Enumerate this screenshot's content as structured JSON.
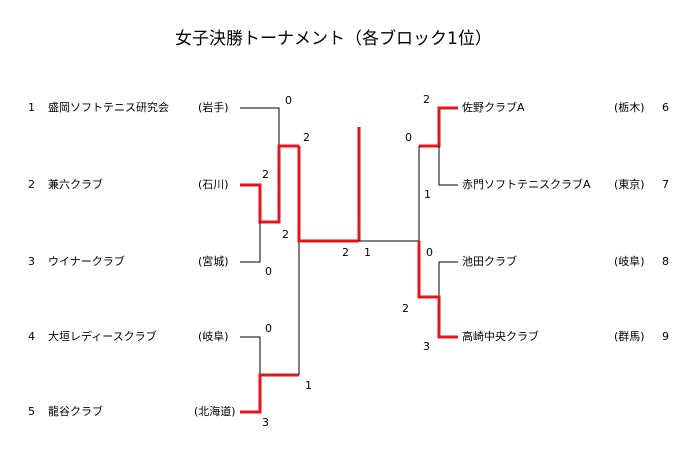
{
  "title": "女子決勝トーナメント（各ブロック1位）",
  "left_teams": [
    {
      "seed": "1",
      "name": "盛岡ソフトテニス研究会",
      "pref": "(岩手)"
    },
    {
      "seed": "2",
      "name": "兼六クラブ",
      "pref": "(石川)"
    },
    {
      "seed": "3",
      "name": "ウイナークラブ",
      "pref": "(宮城)"
    },
    {
      "seed": "4",
      "name": "大垣レディースクラブ",
      "pref": "(岐阜)"
    },
    {
      "seed": "5",
      "name": "龍谷クラブ",
      "pref": "(北海道)"
    }
  ],
  "right_teams": [
    {
      "seed": "6",
      "name": "佐野クラブA",
      "pref": "(栃木)"
    },
    {
      "seed": "7",
      "name": "赤門ソフトテニスクラブA",
      "pref": "(東京)"
    },
    {
      "seed": "8",
      "name": "池田クラブ",
      "pref": "(岐阜)"
    },
    {
      "seed": "9",
      "name": "高崎中央クラブ",
      "pref": "(群馬)"
    }
  ],
  "scores": {
    "m1_t1": "0",
    "m2_t2": "2",
    "m2_t1": "2",
    "m2_t3": "0",
    "m3_t4": "0",
    "m3_t5": "3",
    "m3_top": "2",
    "m3_bot": "1",
    "final_left": "2",
    "final_right": "1",
    "r1_top": "2",
    "r1_bot": "1",
    "r1_t6_left": "0",
    "r2_t8": "0",
    "r2_t9": "3",
    "r2_left": "2"
  },
  "colors": {
    "win": "#e8141b",
    "line": "#000000"
  }
}
